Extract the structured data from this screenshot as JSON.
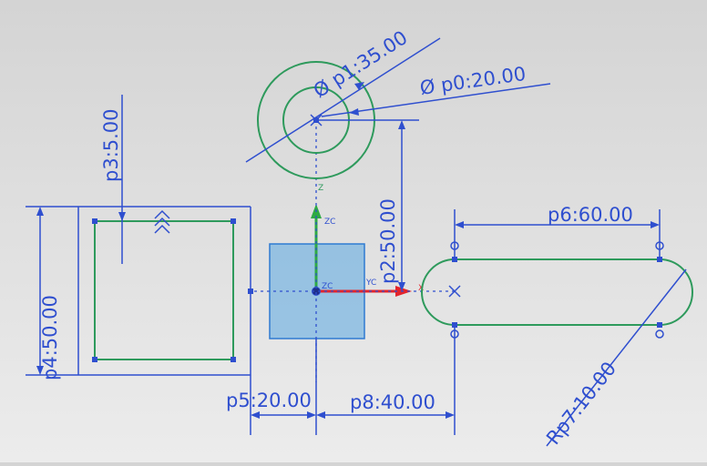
{
  "colors": {
    "dimension": "#2f4fcf",
    "sketch": "#2e9a5c",
    "x_axis": "#e3242b",
    "y_axis": "#2eaa44",
    "datum_cube": "#5aa7e2",
    "background": "#dcdcdc"
  },
  "dimensions": {
    "p0": "Ø p0:20.00",
    "p1": "Ø p1:35.00",
    "p2": "p2:50.00",
    "p3": "p3:5.00",
    "p4": "p4:50.00",
    "p5": "p5:20.00",
    "p6": "p6:60.00",
    "p7": "Rp7:10.00",
    "p8": "p8:40.00"
  },
  "axes": {
    "zc_upper": "ZC",
    "zc_center": "ZC",
    "yc": "YC",
    "z_small": "Z",
    "x_small": "X"
  }
}
